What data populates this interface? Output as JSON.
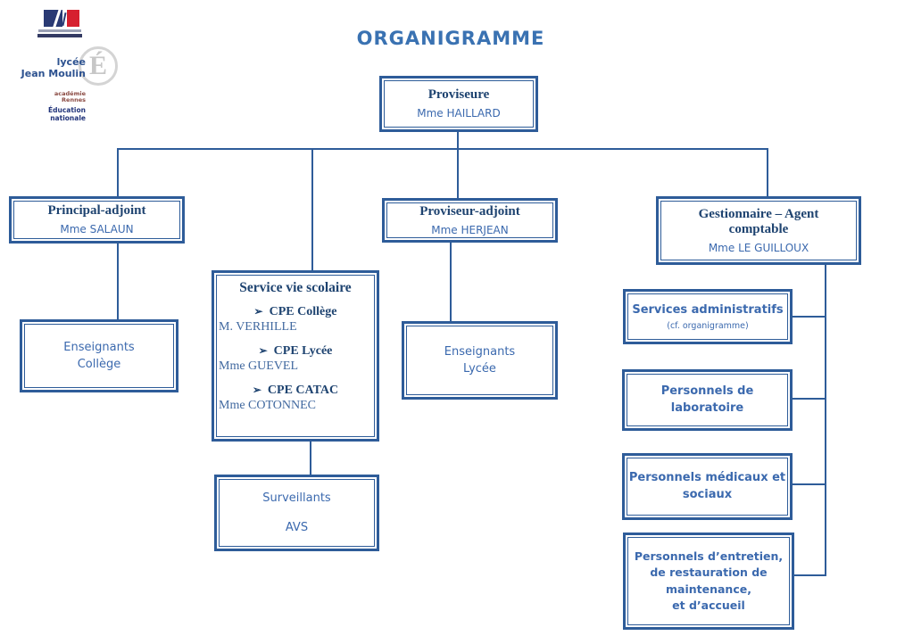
{
  "title": "ORGANIGRAMME",
  "colors": {
    "connector_blue": "#2e5c99",
    "heading_navy": "#1e4370",
    "comic_text_blue": "#3b69ae",
    "serif_name_blue": "#40689f",
    "flag_blue": "#2a3a74",
    "flag_red": "#d6202f",
    "academy_red": "#8a4a42",
    "watermark_gray": "#c7c7c7"
  },
  "branding": {
    "school_logo": {
      "line1": "lycée",
      "line2": "Jean Moulin",
      "academy_line1": "académie",
      "academy_line2": "Rennes",
      "ministry_line1": "Éducation",
      "ministry_line2": "nationale",
      "watermark_letter": "É"
    }
  },
  "bullet_char": "➢",
  "boxes": {
    "proviseure": {
      "title": "Proviseure",
      "name": "Mme HAILLARD"
    },
    "principal_adjoint": {
      "title": "Principal-adjoint",
      "name": "Mme SALAUN"
    },
    "proviseur_adjoint": {
      "title": "Proviseur-adjoint",
      "name": "Mme HERJEAN"
    },
    "gestionnaire": {
      "title": "Gestionnaire – Agent comptable",
      "name": "Mme LE GUILLOUX"
    },
    "service_vie_scolaire": {
      "title": "Service vie scolaire",
      "items": [
        {
          "role": "CPE Collège",
          "name": "M. VERHILLE"
        },
        {
          "role": "CPE Lycée",
          "name": "Mme GUEVEL"
        },
        {
          "role": "CPE CATAC",
          "name": "Mme COTONNEC"
        }
      ]
    },
    "enseignants_college": {
      "line1": "Enseignants",
      "line2": "Collège"
    },
    "enseignants_lycee": {
      "line1": "Enseignants",
      "line2": "Lycée"
    },
    "surveillants": {
      "line1": "Surveillants",
      "line2": "AVS"
    },
    "services_administratifs": {
      "title": "Services administratifs",
      "subtitle": "(cf. organigramme)"
    },
    "personnels_laboratoire": {
      "line1": "Personnels de",
      "line2": "laboratoire"
    },
    "personnels_medicaux": {
      "line1": "Personnels médicaux et",
      "line2": "sociaux"
    },
    "personnels_entretien": {
      "lines": [
        "Personnels d’entretien,",
        "de restauration de",
        "maintenance,",
        "et d’accueil"
      ]
    }
  }
}
